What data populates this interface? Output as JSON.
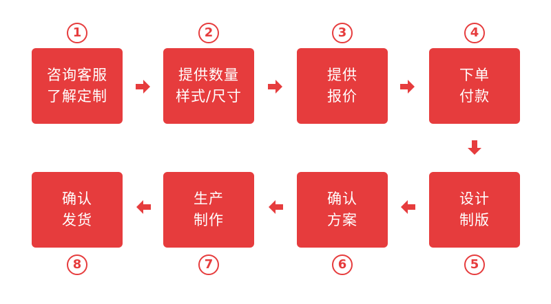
{
  "accent_color": "#e63c3d",
  "steps": [
    {
      "number": "1",
      "line1": "咨询客服",
      "line2": "了解定制"
    },
    {
      "number": "2",
      "line1": "提供数量",
      "line2": "样式/尺寸"
    },
    {
      "number": "3",
      "line1": "提供",
      "line2": "报价"
    },
    {
      "number": "4",
      "line1": "下单",
      "line2": "付款"
    },
    {
      "number": "5",
      "line1": "设计",
      "line2": "制版"
    },
    {
      "number": "6",
      "line1": "确认",
      "line2": "方案"
    },
    {
      "number": "7",
      "line1": "生产",
      "line2": "制作"
    },
    {
      "number": "8",
      "line1": "确认",
      "line2": "发货"
    }
  ]
}
